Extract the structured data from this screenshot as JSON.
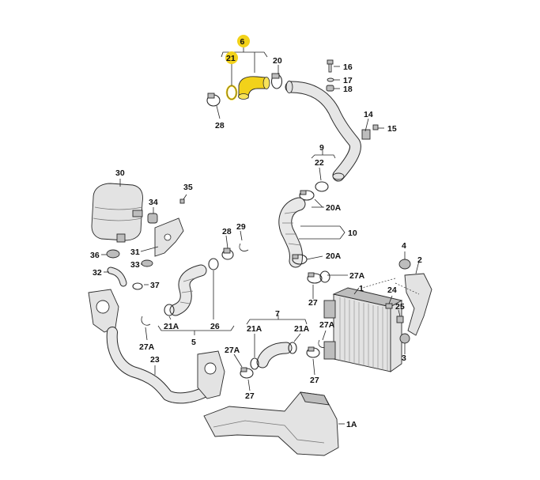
{
  "highlight_color": "#f2d21a",
  "labels": {
    "l6": "6",
    "l21": "21",
    "l20": "20",
    "l16": "16",
    "l17": "17",
    "l18": "18",
    "l28a": "28",
    "l14": "14",
    "l15": "15",
    "l9": "9",
    "l22": "22",
    "l20A_1": "20A",
    "l10": "10",
    "l20A_2": "20A",
    "l27A_1": "27A",
    "l27_1": "27",
    "l30": "30",
    "l35": "35",
    "l34": "34",
    "l31": "31",
    "l33": "33",
    "l36": "36",
    "l32": "32",
    "l37": "37",
    "l28b": "28",
    "l29": "29",
    "l21A_1": "21A",
    "l26": "26",
    "l5": "5",
    "l27A_2": "27A",
    "l23": "23",
    "l7": "7",
    "l21A_2": "21A",
    "l21A_3": "21A",
    "l27A_3": "27A",
    "l27A_4": "27A",
    "l27_2": "27",
    "l27_3": "27",
    "l1": "1",
    "l24": "24",
    "l25": "25",
    "l4": "4",
    "l2": "2",
    "l3": "3",
    "l1A": "1A"
  }
}
